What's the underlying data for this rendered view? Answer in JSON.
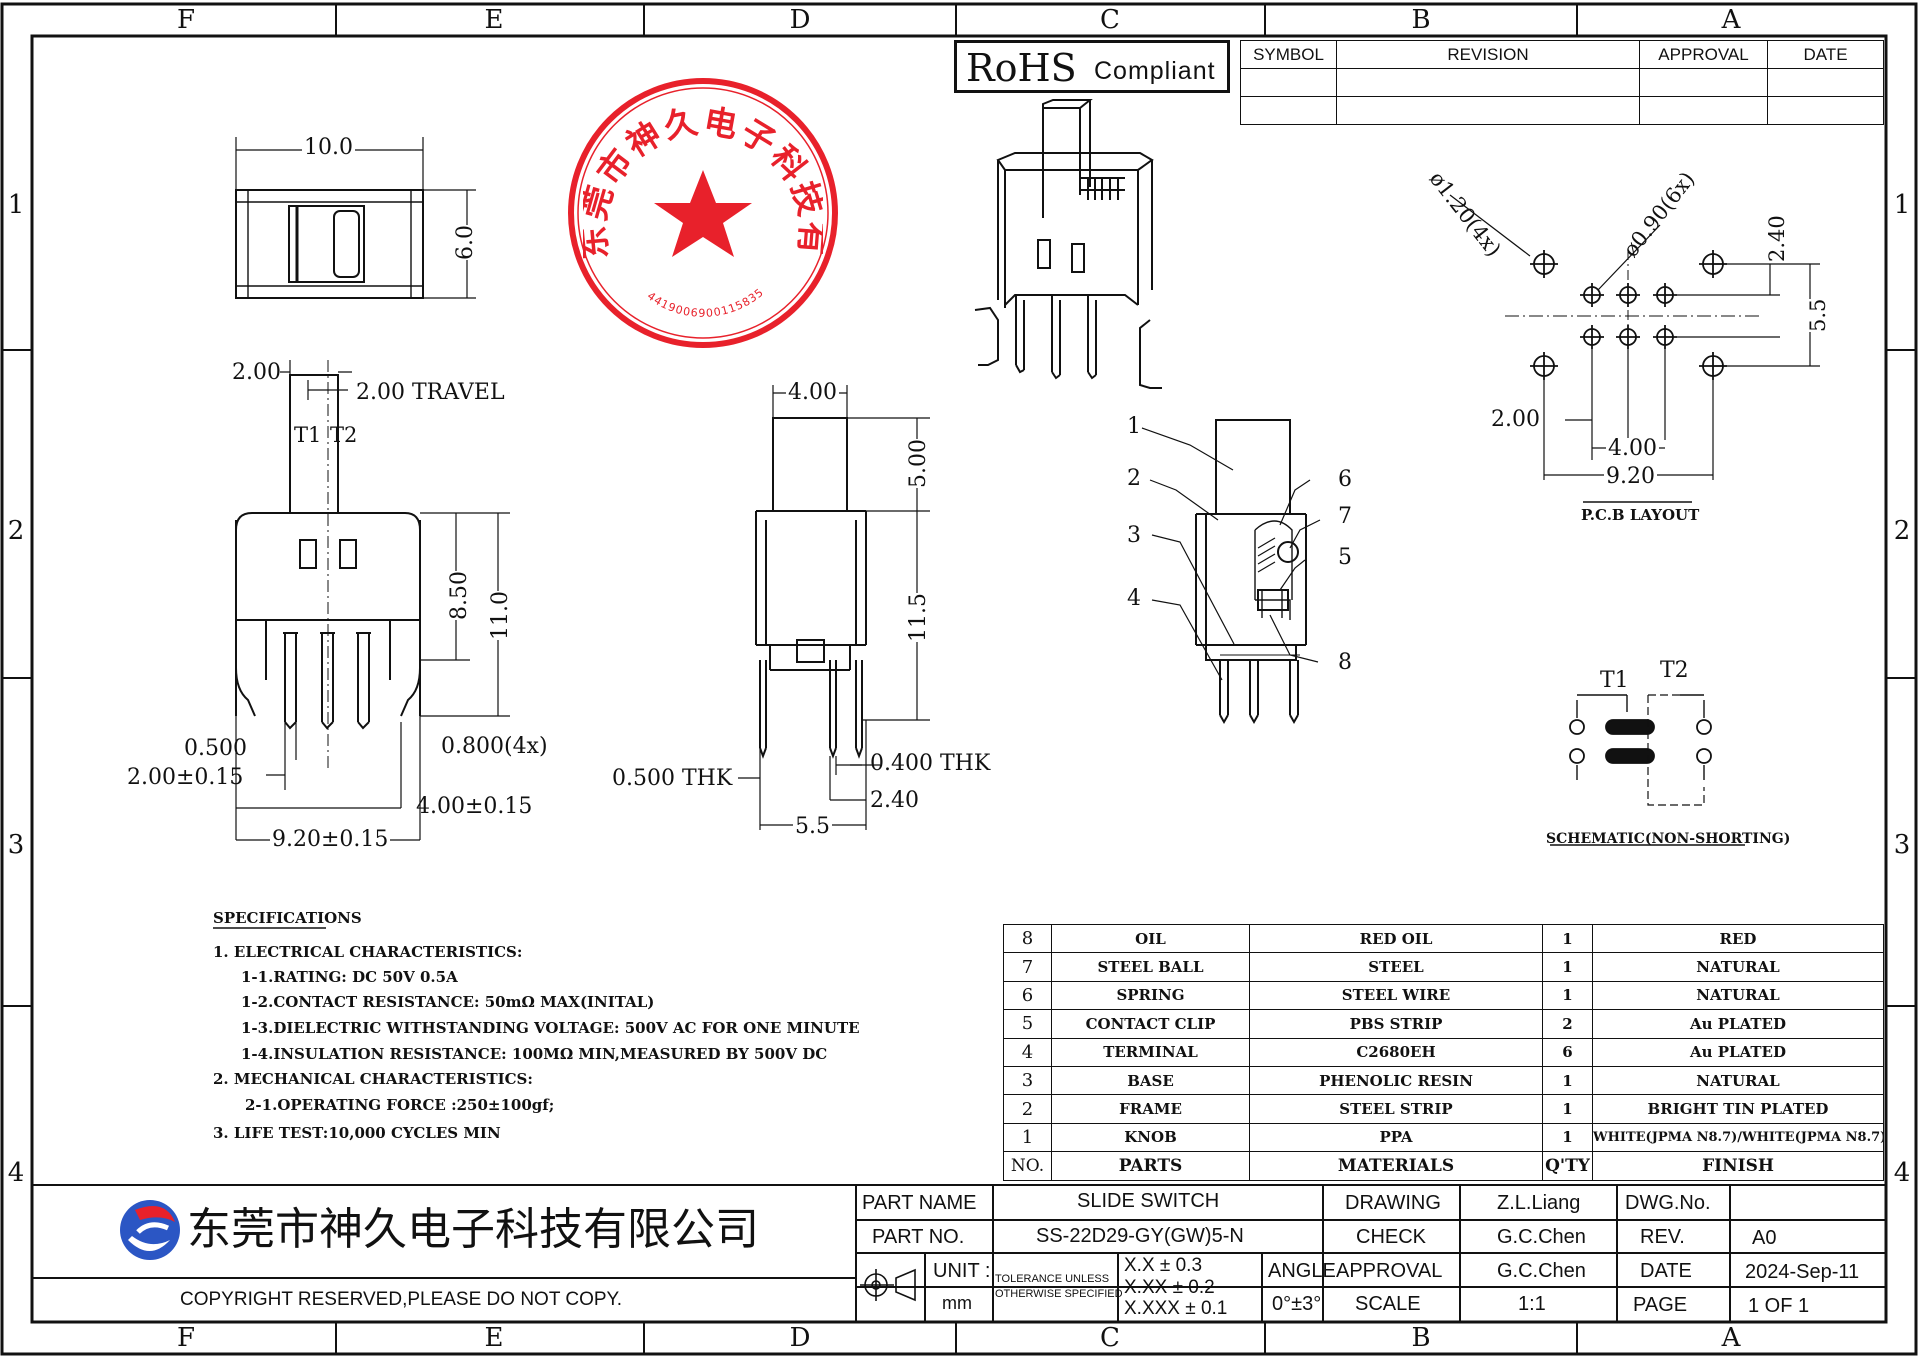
{
  "frame": {
    "columns": [
      "F",
      "E",
      "D",
      "C",
      "B",
      "A"
    ],
    "rows": [
      "1",
      "2",
      "3",
      "4"
    ]
  },
  "rohs": {
    "main": "RoHS",
    "sub": "Compliant"
  },
  "revision_table": {
    "headers": [
      "SYMBOL",
      "REVISION",
      "APPROVAL",
      "DATE"
    ]
  },
  "seal": {
    "text": "东莞市神久电子科技有限公司",
    "code": "4419006900115835",
    "color": "#e8212b"
  },
  "top_view": {
    "width": "10.0",
    "height": "6.0"
  },
  "front_view": {
    "d_2_00": "2.00",
    "travel": "2.00 TRAVEL",
    "t1": "T1",
    "t2": "T2",
    "d_8_50": "8.50",
    "d_11_0": "11.0",
    "d_0_500": "0.500",
    "d_0_800": "0.800(4x)",
    "d_2_00_tol": "2.00±0.15",
    "d_4_00_tol": "4.00±0.15",
    "d_9_20_tol": "9.20±0.15"
  },
  "side_view": {
    "d_4_00": "4.00",
    "d_5_00": "5.00",
    "d_11_5": "11.5",
    "thk_0_500": "0.500 THK",
    "thk_0_400": "0.400 THK",
    "d_2_40": "2.40",
    "d_5_5": "5.5"
  },
  "section_view": {
    "callouts": [
      "1",
      "2",
      "3",
      "4",
      "6",
      "7",
      "5",
      "8"
    ]
  },
  "pcb_layout": {
    "hole_big": "ø1.20(4x)",
    "hole_small": "ø0.90(6x)",
    "d_2_40": "2.40",
    "d_5_5": "5.5",
    "d_2_00": "2.00",
    "d_4_00": "4.00",
    "d_9_20": "9.20",
    "title": "P.C.B LAYOUT"
  },
  "schematic": {
    "t1": "T1",
    "t2": "T2",
    "title": "SCHEMATIC(NON-SHORTING)"
  },
  "specifications": {
    "title": "SPECIFICATIONS",
    "lines": [
      "1. ELECTRICAL CHARACTERISTICS:",
      "1-1.RATING: DC 50V 0.5A",
      "1-2.CONTACT RESISTANCE: 50mΩ MAX(INITAL)",
      "1-3.DIELECTRIC WITHSTANDING VOLTAGE: 500V AC FOR ONE MINUTE",
      "1-4.INSULATION RESISTANCE: 100MΩ MIN,MEASURED BY 500V DC",
      "2. MECHANICAL CHARACTERISTICS:",
      "2-1.OPERATING FORCE :250±100gf;",
      "3. LIFE TEST:10,000 CYCLES MIN"
    ]
  },
  "bom": {
    "rows": [
      [
        "8",
        "OIL",
        "RED OIL",
        "1",
        "RED"
      ],
      [
        "7",
        "STEEL BALL",
        "STEEL",
        "1",
        "NATURAL"
      ],
      [
        "6",
        "SPRING",
        "STEEL WIRE",
        "1",
        "NATURAL"
      ],
      [
        "5",
        "CONTACT CLIP",
        "PBS STRIP",
        "2",
        "Au PLATED"
      ],
      [
        "4",
        "TERMINAL",
        "C2680EH",
        "6",
        "Au PLATED"
      ],
      [
        "3",
        "BASE",
        "PHENOLIC RESIN",
        "1",
        "NATURAL"
      ],
      [
        "2",
        "FRAME",
        "STEEL STRIP",
        "1",
        "BRIGHT TIN PLATED"
      ],
      [
        "1",
        "KNOB",
        "PPA",
        "1",
        "WHITE(JPMA N8.7)/WHITE(JPMA N8.7)"
      ]
    ],
    "header": [
      "NO.",
      "PARTS",
      "MATERIALS",
      "Q'TY",
      "FINISH"
    ]
  },
  "title_block": {
    "company": "东莞市神久电子科技有限公司",
    "copyright": "COPYRIGHT RESERVED,PLEASE DO NOT COPY.",
    "part_name_label": "PART NAME",
    "part_name": "SLIDE SWITCH",
    "part_no_label": "PART NO.",
    "part_no": "SS-22D29-GY(GW)5-N",
    "unit_label": "UNIT :",
    "unit": "mm",
    "tolerance_label_1": "TOLERANCE UNLESS",
    "tolerance_label_2": "OTHERWISE SPECIFIED",
    "tol_1": "X.X ± 0.3",
    "tol_2": "X.XX ± 0.2",
    "tol_3": "X.XXX ± 0.1",
    "angle_label": "ANGLE",
    "angle": "0°±3°",
    "drawing_label": "DRAWING",
    "drawing": "Z.L.Liang",
    "check_label": "CHECK",
    "check": "G.C.Chen",
    "approval_label": "APPROVAL",
    "approval": "G.C.Chen",
    "scale_label": "SCALE",
    "scale": "1:1",
    "dwg_label": "DWG.No.",
    "dwg": "",
    "rev_label": "REV.",
    "rev": "A0",
    "date_label": "DATE",
    "date": "2024-Sep-11",
    "page_label": "PAGE",
    "page": "1 OF 1"
  }
}
